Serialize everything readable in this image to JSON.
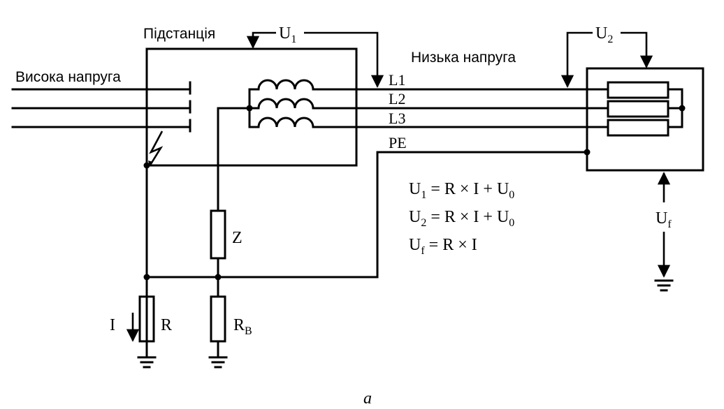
{
  "labels": {
    "substation": "Підстанція",
    "high_voltage": "Висока напруга",
    "low_voltage": "Низька напруга",
    "u1": "U",
    "u1_sub": "1",
    "u2": "U",
    "u2_sub": "2",
    "uf": "U",
    "uf_sub": "f",
    "l1": "L1",
    "l2": "L2",
    "l3": "L3",
    "pe": "PE",
    "z": "Z",
    "r": "R",
    "rb": "R",
    "rb_sub": "B",
    "current": "I",
    "caption": "a"
  },
  "formulas": [
    {
      "lhs": "U",
      "sub": "1",
      "rhs": " = R × I + U",
      "rhs_sub": "0"
    },
    {
      "lhs": "U",
      "sub": "2",
      "rhs": " = R × I + U",
      "rhs_sub": "0"
    },
    {
      "lhs": "U",
      "sub": "f",
      "rhs": " = R × I",
      "rhs_sub": ""
    }
  ]
}
